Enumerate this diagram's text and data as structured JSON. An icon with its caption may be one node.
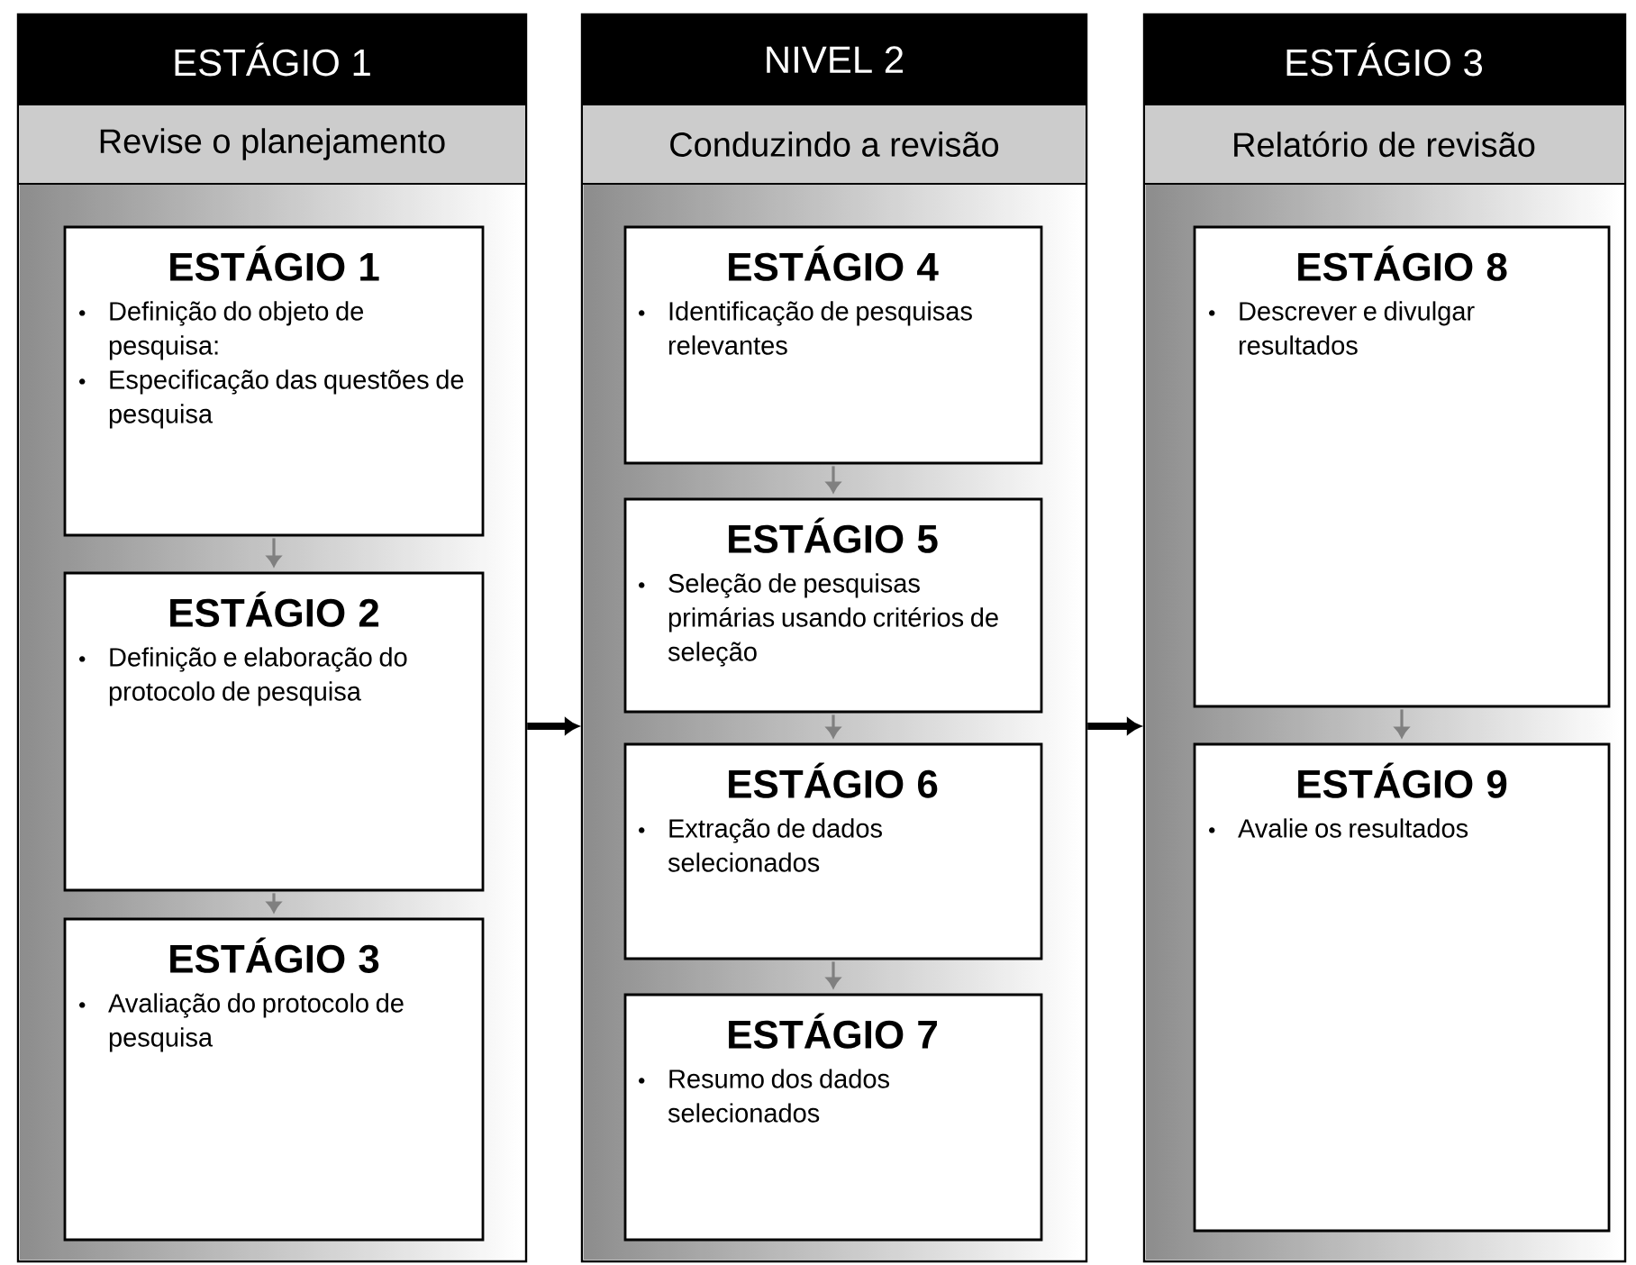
{
  "diagram": {
    "nodes": [
      {
        "text": [
          "ESTÁGIO 1",
          "Revise o planejamento"
        ]
      },
      {
        "text": [
          "ESTÁGIO 1",
          "Definição do objeto de pesquisa:",
          "Especificação das questões de pesquisa"
        ],
        "in": 0
      },
      {
        "text": [
          "ESTÁGIO 2",
          "Definição e elaboração do protocolo de pesquisa"
        ],
        "in": 0
      },
      {
        "text": [
          "ESTÁGIO 3",
          "Avaliação do protocolo de pesquisa"
        ],
        "in": 0
      },
      {
        "text": [
          "NIVEL 2",
          "Conduzindo a revisão"
        ]
      },
      {
        "text": [
          "ESTÁGIO 4",
          "Identificação de pesquisas relevantes"
        ],
        "in": 4
      },
      {
        "text": [
          "ESTÁGIO 5",
          "Seleção de pesquisas primárias usando critérios de seleção"
        ],
        "in": 4
      },
      {
        "text": [
          "ESTÁGIO 6",
          "Extração de dados selecionados"
        ],
        "in": 4
      },
      {
        "text": [
          "ESTÁGIO 7",
          "Resumo dos dados selecionados"
        ],
        "in": 4
      },
      {
        "text": [
          "ESTÁGIO 3",
          "Relatório de revisão"
        ]
      },
      {
        "text": [
          "ESTÁGIO 8",
          "Descrever e divulgar resultados"
        ],
        "in": 9
      },
      {
        "text": [
          "ESTÁGIO 9",
          "Avalie os resultados"
        ],
        "in": 9
      }
    ],
    "edges": [
      {
        "from": 1,
        "to": 2,
        "arrow": "to"
      },
      {
        "from": 2,
        "to": 3,
        "arrow": "to"
      },
      {
        "from": 5,
        "to": 6,
        "arrow": "to"
      },
      {
        "from": 6,
        "to": 7,
        "arrow": "to"
      },
      {
        "from": 7,
        "to": 8,
        "arrow": "to"
      },
      {
        "from": 10,
        "to": 11,
        "arrow": "to"
      },
      {
        "from": 0,
        "to": 4,
        "arrow": "to",
        "style": "thick",
        "color": "#000000"
      },
      {
        "from": 4,
        "to": 9,
        "arrow": "to",
        "style": "thick",
        "color": "#000000"
      }
    ]
  }
}
